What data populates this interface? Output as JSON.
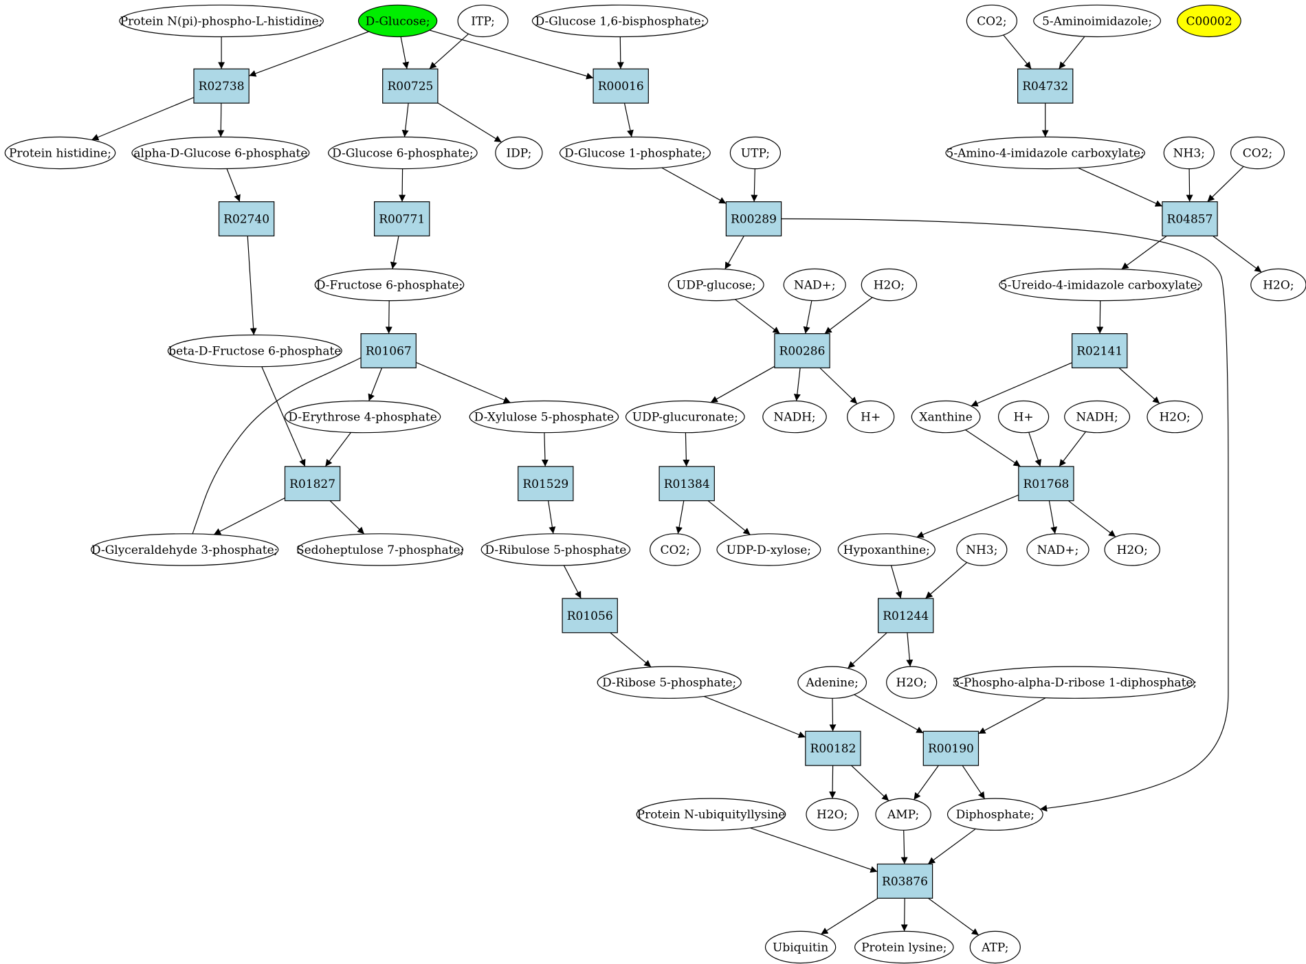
{
  "colors": {
    "reaction_fill": "#add8e6",
    "compound_fill": "#ffffff",
    "start_fill": "#00ee00",
    "highlight_fill": "#ffff00",
    "stroke": "#000000"
  },
  "nodes": {
    "n_prot_nphos_his": {
      "label": "Protein N(pi)-phospho-L-histidine;",
      "kind": "compound"
    },
    "n_dglucose": {
      "label": "D-Glucose;",
      "kind": "start"
    },
    "n_itp": {
      "label": "ITP;",
      "kind": "compound"
    },
    "n_dg16bp": {
      "label": "D-Glucose 1,6-bisphosphate;",
      "kind": "compound"
    },
    "n_co2_a": {
      "label": "CO2;",
      "kind": "compound"
    },
    "n_5aminoimid": {
      "label": "5-Aminoimidazole;",
      "kind": "compound"
    },
    "n_c00002": {
      "label": "C00002",
      "kind": "highlight"
    },
    "r_R02738": {
      "label": "R02738",
      "kind": "reaction"
    },
    "r_R00725": {
      "label": "R00725",
      "kind": "reaction"
    },
    "r_R00016": {
      "label": "R00016",
      "kind": "reaction"
    },
    "r_R04732": {
      "label": "R04732",
      "kind": "reaction"
    },
    "n_prot_his": {
      "label": "Protein histidine;",
      "kind": "compound"
    },
    "n_adg6p": {
      "label": "alpha-D-Glucose 6-phosphate",
      "kind": "compound"
    },
    "n_dg6p": {
      "label": "D-Glucose 6-phosphate;",
      "kind": "compound"
    },
    "n_idp": {
      "label": "IDP;",
      "kind": "compound"
    },
    "n_dg1p": {
      "label": "D-Glucose 1-phosphate;",
      "kind": "compound"
    },
    "n_utp": {
      "label": "UTP;",
      "kind": "compound"
    },
    "n_5a4ic": {
      "label": "5-Amino-4-imidazole carboxylate;",
      "kind": "compound"
    },
    "n_nh3_a": {
      "label": "NH3;",
      "kind": "compound"
    },
    "n_co2_b": {
      "label": "CO2;",
      "kind": "compound"
    },
    "r_R02740": {
      "label": "R02740",
      "kind": "reaction"
    },
    "r_R00771": {
      "label": "R00771",
      "kind": "reaction"
    },
    "r_R00289": {
      "label": "R00289",
      "kind": "reaction"
    },
    "r_R04857": {
      "label": "R04857",
      "kind": "reaction"
    },
    "n_df6p": {
      "label": "D-Fructose 6-phosphate;",
      "kind": "compound"
    },
    "n_udpglc": {
      "label": "UDP-glucose;",
      "kind": "compound"
    },
    "n_nad_a": {
      "label": "NAD+;",
      "kind": "compound"
    },
    "n_h2o_a": {
      "label": "H2O;",
      "kind": "compound"
    },
    "n_5u4ic": {
      "label": "5-Ureido-4-imidazole carboxylate;",
      "kind": "compound"
    },
    "n_h2o_b": {
      "label": "H2O;",
      "kind": "compound"
    },
    "n_bdf6p": {
      "label": "beta-D-Fructose 6-phosphate",
      "kind": "compound"
    },
    "r_R01067": {
      "label": "R01067",
      "kind": "reaction"
    },
    "r_R00286": {
      "label": "R00286",
      "kind": "reaction"
    },
    "r_R02141": {
      "label": "R02141",
      "kind": "reaction"
    },
    "n_de4p": {
      "label": "D-Erythrose 4-phosphate",
      "kind": "compound"
    },
    "n_dx5p": {
      "label": "D-Xylulose 5-phosphate",
      "kind": "compound"
    },
    "n_udpglcu": {
      "label": "UDP-glucuronate;",
      "kind": "compound"
    },
    "n_nadh_a": {
      "label": "NADH;",
      "kind": "compound"
    },
    "n_hplus_a": {
      "label": "H+",
      "kind": "compound"
    },
    "n_xanthine": {
      "label": "Xanthine",
      "kind": "compound"
    },
    "n_hplus_b": {
      "label": "H+",
      "kind": "compound"
    },
    "n_nadh_b": {
      "label": "NADH;",
      "kind": "compound"
    },
    "n_h2o_c": {
      "label": "H2O;",
      "kind": "compound"
    },
    "r_R01827": {
      "label": "R01827",
      "kind": "reaction"
    },
    "r_R01529": {
      "label": "R01529",
      "kind": "reaction"
    },
    "r_R01384": {
      "label": "R01384",
      "kind": "reaction"
    },
    "r_R01768": {
      "label": "R01768",
      "kind": "reaction"
    },
    "n_dga3p": {
      "label": "D-Glyceraldehyde 3-phosphate;",
      "kind": "compound"
    },
    "n_s7p": {
      "label": "Sedoheptulose 7-phosphate;",
      "kind": "compound"
    },
    "n_dr5p_u": {
      "label": "D-Ribulose 5-phosphate",
      "kind": "compound"
    },
    "n_co2_c": {
      "label": "CO2;",
      "kind": "compound"
    },
    "n_udpxyl": {
      "label": "UDP-D-xylose;",
      "kind": "compound"
    },
    "n_hypox": {
      "label": "Hypoxanthine;",
      "kind": "compound"
    },
    "n_nh3_b": {
      "label": "NH3;",
      "kind": "compound"
    },
    "n_nad_b": {
      "label": "NAD+;",
      "kind": "compound"
    },
    "n_h2o_d": {
      "label": "H2O;",
      "kind": "compound"
    },
    "r_R01056": {
      "label": "R01056",
      "kind": "reaction"
    },
    "r_R01244": {
      "label": "R01244",
      "kind": "reaction"
    },
    "n_dr5p": {
      "label": "D-Ribose 5-phosphate;",
      "kind": "compound"
    },
    "n_adenine": {
      "label": "Adenine;",
      "kind": "compound"
    },
    "n_h2o_e": {
      "label": "H2O;",
      "kind": "compound"
    },
    "n_prpp": {
      "label": "5-Phospho-alpha-D-ribose 1-diphosphate;",
      "kind": "compound"
    },
    "r_R00182": {
      "label": "R00182",
      "kind": "reaction"
    },
    "r_R00190": {
      "label": "R00190",
      "kind": "reaction"
    },
    "n_prot_ubq": {
      "label": "Protein N-ubiquityllysine",
      "kind": "compound"
    },
    "n_h2o_f": {
      "label": "H2O;",
      "kind": "compound"
    },
    "n_amp": {
      "label": "AMP;",
      "kind": "compound"
    },
    "n_ppi": {
      "label": "Diphosphate;",
      "kind": "compound"
    },
    "r_R03876": {
      "label": "R03876",
      "kind": "reaction"
    },
    "n_ubiquitin": {
      "label": "Ubiquitin",
      "kind": "compound"
    },
    "n_prot_lys": {
      "label": "Protein lysine;",
      "kind": "compound"
    },
    "n_atp": {
      "label": "ATP;",
      "kind": "compound"
    }
  },
  "edges": [
    [
      "n_prot_nphos_his",
      "r_R02738"
    ],
    [
      "n_dglucose",
      "r_R02738"
    ],
    [
      "n_dglucose",
      "r_R00725"
    ],
    [
      "n_itp",
      "r_R00725"
    ],
    [
      "n_dglucose",
      "r_R00016"
    ],
    [
      "n_dg16bp",
      "r_R00016"
    ],
    [
      "n_co2_a",
      "r_R04732"
    ],
    [
      "n_5aminoimid",
      "r_R04732"
    ],
    [
      "r_R02738",
      "n_prot_his"
    ],
    [
      "r_R02738",
      "n_adg6p"
    ],
    [
      "r_R00725",
      "n_dg6p"
    ],
    [
      "r_R00725",
      "n_idp"
    ],
    [
      "r_R00016",
      "n_dg1p"
    ],
    [
      "r_R04732",
      "n_5a4ic"
    ],
    [
      "n_adg6p",
      "r_R02740"
    ],
    [
      "n_dg6p",
      "r_R00771"
    ],
    [
      "n_dg1p",
      "r_R00289"
    ],
    [
      "n_utp",
      "r_R00289"
    ],
    [
      "n_5a4ic",
      "r_R04857"
    ],
    [
      "n_nh3_a",
      "r_R04857"
    ],
    [
      "n_co2_b",
      "r_R04857"
    ],
    [
      "r_R00771",
      "n_df6p"
    ],
    [
      "r_R00289",
      "n_udpglc"
    ],
    [
      "r_R00289",
      "n_ppi"
    ],
    [
      "r_R04857",
      "n_5u4ic"
    ],
    [
      "r_R04857",
      "n_h2o_b"
    ],
    [
      "r_R02740",
      "n_bdf6p"
    ],
    [
      "n_df6p",
      "r_R01067"
    ],
    [
      "n_dga3p",
      "r_R01067"
    ],
    [
      "n_udpglc",
      "r_R00286"
    ],
    [
      "n_nad_a",
      "r_R00286"
    ],
    [
      "n_h2o_a",
      "r_R00286"
    ],
    [
      "n_5u4ic",
      "r_R02141"
    ],
    [
      "r_R01067",
      "n_de4p"
    ],
    [
      "r_R01067",
      "n_dx5p"
    ],
    [
      "r_R00286",
      "n_udpglcu"
    ],
    [
      "r_R00286",
      "n_nadh_a"
    ],
    [
      "r_R00286",
      "n_hplus_a"
    ],
    [
      "r_R02141",
      "n_xanthine"
    ],
    [
      "r_R02141",
      "n_h2o_c"
    ],
    [
      "n_bdf6p",
      "r_R01827"
    ],
    [
      "n_de4p",
      "r_R01827"
    ],
    [
      "n_dx5p",
      "r_R01529"
    ],
    [
      "n_udpglcu",
      "r_R01384"
    ],
    [
      "n_xanthine",
      "r_R01768"
    ],
    [
      "n_hplus_b",
      "r_R01768"
    ],
    [
      "n_nadh_b",
      "r_R01768"
    ],
    [
      "r_R01827",
      "n_dga3p"
    ],
    [
      "r_R01827",
      "n_s7p"
    ],
    [
      "r_R01529",
      "n_dr5p_u"
    ],
    [
      "r_R01384",
      "n_co2_c"
    ],
    [
      "r_R01384",
      "n_udpxyl"
    ],
    [
      "r_R01768",
      "n_hypox"
    ],
    [
      "r_R01768",
      "n_nad_b"
    ],
    [
      "r_R01768",
      "n_h2o_d"
    ],
    [
      "n_dr5p_u",
      "r_R01056"
    ],
    [
      "n_hypox",
      "r_R01244"
    ],
    [
      "n_nh3_b",
      "r_R01244"
    ],
    [
      "r_R01056",
      "n_dr5p"
    ],
    [
      "r_R01244",
      "n_adenine"
    ],
    [
      "r_R01244",
      "n_h2o_e"
    ],
    [
      "n_dr5p",
      "r_R00182"
    ],
    [
      "n_adenine",
      "r_R00182"
    ],
    [
      "n_adenine",
      "r_R00190"
    ],
    [
      "n_prpp",
      "r_R00190"
    ],
    [
      "r_R00182",
      "n_h2o_f"
    ],
    [
      "r_R00182",
      "n_amp"
    ],
    [
      "r_R00190",
      "n_amp"
    ],
    [
      "r_R00190",
      "n_ppi"
    ],
    [
      "n_prot_ubq",
      "r_R03876"
    ],
    [
      "n_amp",
      "r_R03876"
    ],
    [
      "n_ppi",
      "r_R03876"
    ],
    [
      "r_R03876",
      "n_ubiquitin"
    ],
    [
      "r_R03876",
      "n_prot_lys"
    ],
    [
      "r_R03876",
      "n_atp"
    ]
  ]
}
